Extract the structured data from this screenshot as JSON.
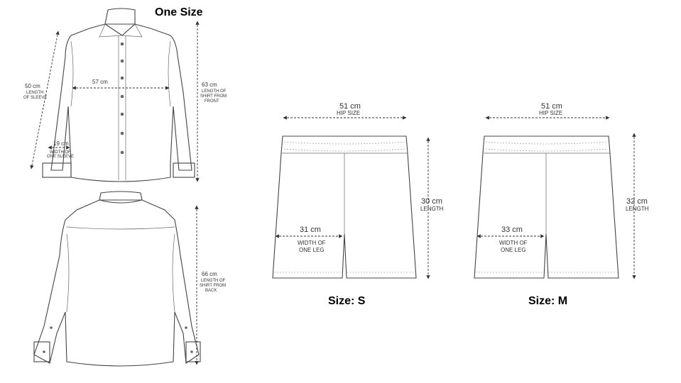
{
  "shirt": {
    "title": "One Size",
    "sleeve_length": {
      "value": "50 cm",
      "caption": [
        "LENGTH",
        "OF SLEEVE"
      ]
    },
    "chest_width": {
      "value": "57 cm"
    },
    "sleeve_width": {
      "value": "19 cm",
      "caption": [
        "WIDTH OF",
        "ONE SLEEVE"
      ]
    },
    "front_length": {
      "value": "63 cm",
      "caption": [
        "LENGTH OF",
        "SHIRT FROM",
        "FRONT"
      ]
    },
    "back_length": {
      "value": "66 cm",
      "caption": [
        "LENGTH OF",
        "SHIRT FROM",
        "BACK"
      ]
    }
  },
  "shorts": [
    {
      "size_label": "Size: S",
      "hip": {
        "value": "51 cm",
        "caption": "HIP SIZE"
      },
      "length": {
        "value": "30 cm",
        "caption": "LENGTH"
      },
      "leg": {
        "value": "31 cm",
        "caption": [
          "WIDTH OF",
          "ONE LEG"
        ]
      }
    },
    {
      "size_label": "Size: M",
      "hip": {
        "value": "51 cm",
        "caption": "HIP SIZE"
      },
      "length": {
        "value": "32 cm",
        "caption": "LENGTH"
      },
      "leg": {
        "value": "33 cm",
        "caption": [
          "WIDTH OF",
          "ONE LEG"
        ]
      }
    }
  ]
}
